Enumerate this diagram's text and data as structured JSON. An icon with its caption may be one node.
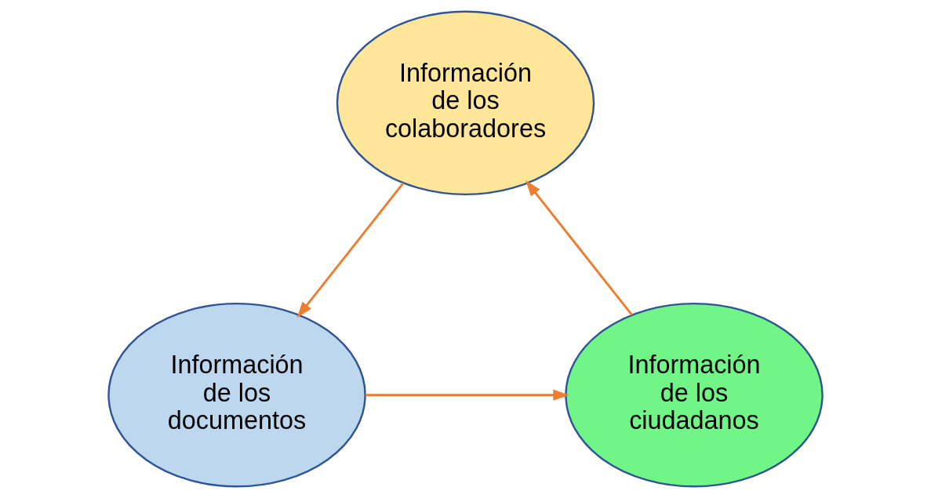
{
  "diagram": {
    "nodes": [
      {
        "text": [
          "Información de los colaboradores"
        ]
      },
      {
        "text": [
          "Información de los documentos"
        ]
      },
      {
        "text": [
          "Información de los ciudadanos"
        ]
      }
    ],
    "edges": [
      {
        "from": 0,
        "to": 1,
        "arrow": "to"
      },
      {
        "from": 1,
        "to": 2,
        "arrow": "to"
      },
      {
        "from": 2,
        "to": 0,
        "arrow": "to"
      }
    ]
  }
}
